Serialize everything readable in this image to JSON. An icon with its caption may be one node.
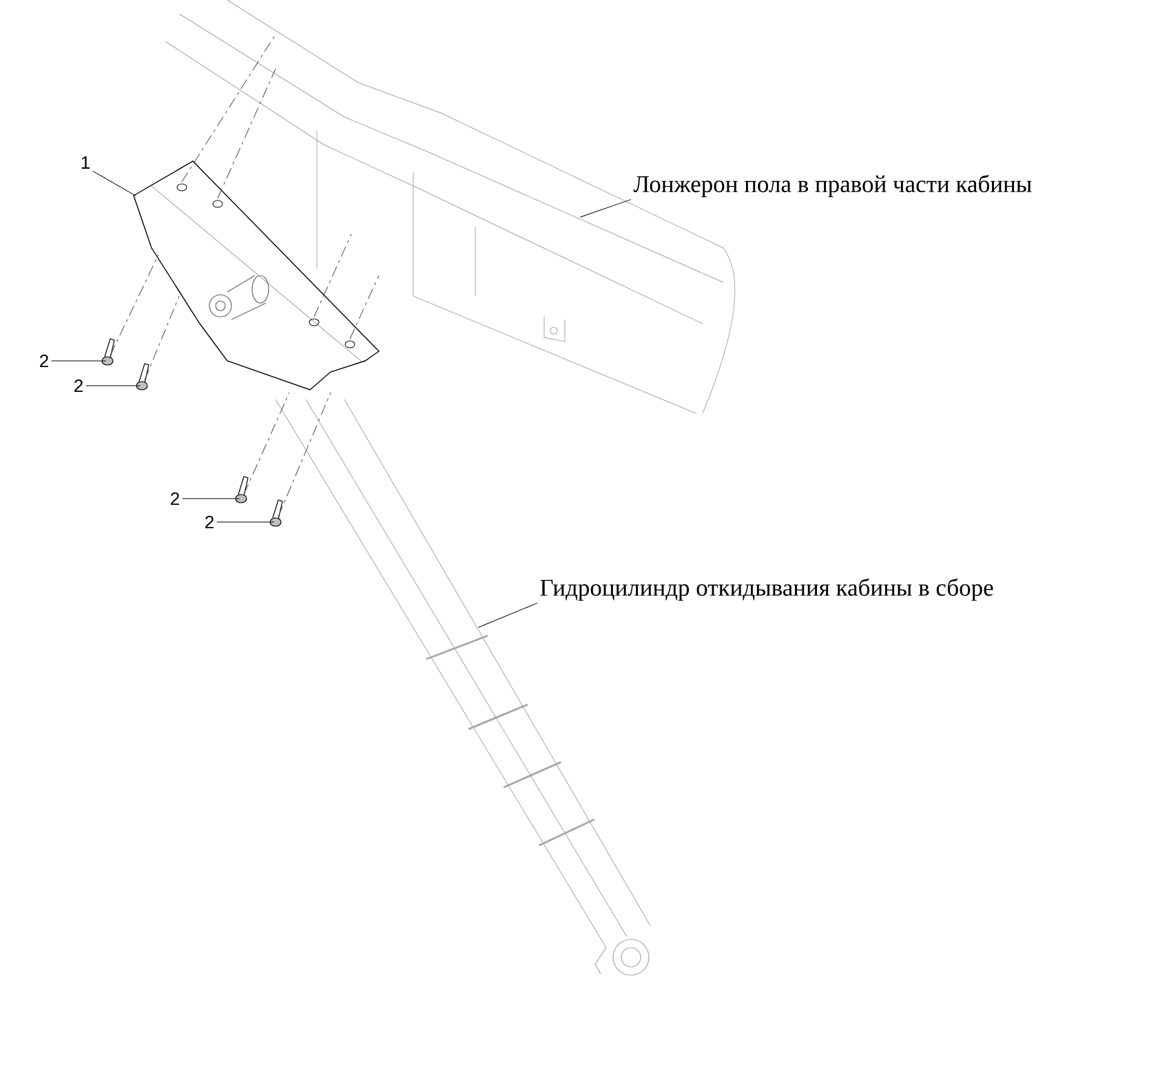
{
  "diagram": {
    "nodes": [
      {
        "text": [
          "1"
        ]
      },
      {
        "text": [],
        "shape": "picture"
      },
      {
        "text": [
          "2"
        ]
      },
      {
        "text": [
          "2"
        ]
      },
      {
        "text": [
          "2"
        ]
      },
      {
        "text": [
          "2"
        ]
      },
      {
        "text": [],
        "shape": "picture"
      },
      {
        "text": [],
        "shape": "picture"
      },
      {
        "text": [],
        "shape": "picture"
      },
      {
        "text": [],
        "shape": "picture"
      },
      {
        "text": [
          "Лонжерон пола в правой части кабины"
        ]
      },
      {
        "text": [],
        "shape": "picture"
      },
      {
        "text": [
          "Гидроцилиндр откидывания кабины в сборе"
        ]
      },
      {
        "text": [],
        "shape": "picture"
      }
    ],
    "edges": [
      {
        "from": 0,
        "to": 1,
        "arrow": "none"
      },
      {
        "from": 2,
        "to": 6,
        "arrow": "none"
      },
      {
        "from": 3,
        "to": 7,
        "arrow": "none"
      },
      {
        "from": 4,
        "to": 8,
        "arrow": "none"
      },
      {
        "from": 5,
        "to": 9,
        "arrow": "none"
      },
      {
        "from": 10,
        "to": 11,
        "arrow": "none"
      },
      {
        "from": 12,
        "to": 13,
        "arrow": "none"
      }
    ]
  }
}
